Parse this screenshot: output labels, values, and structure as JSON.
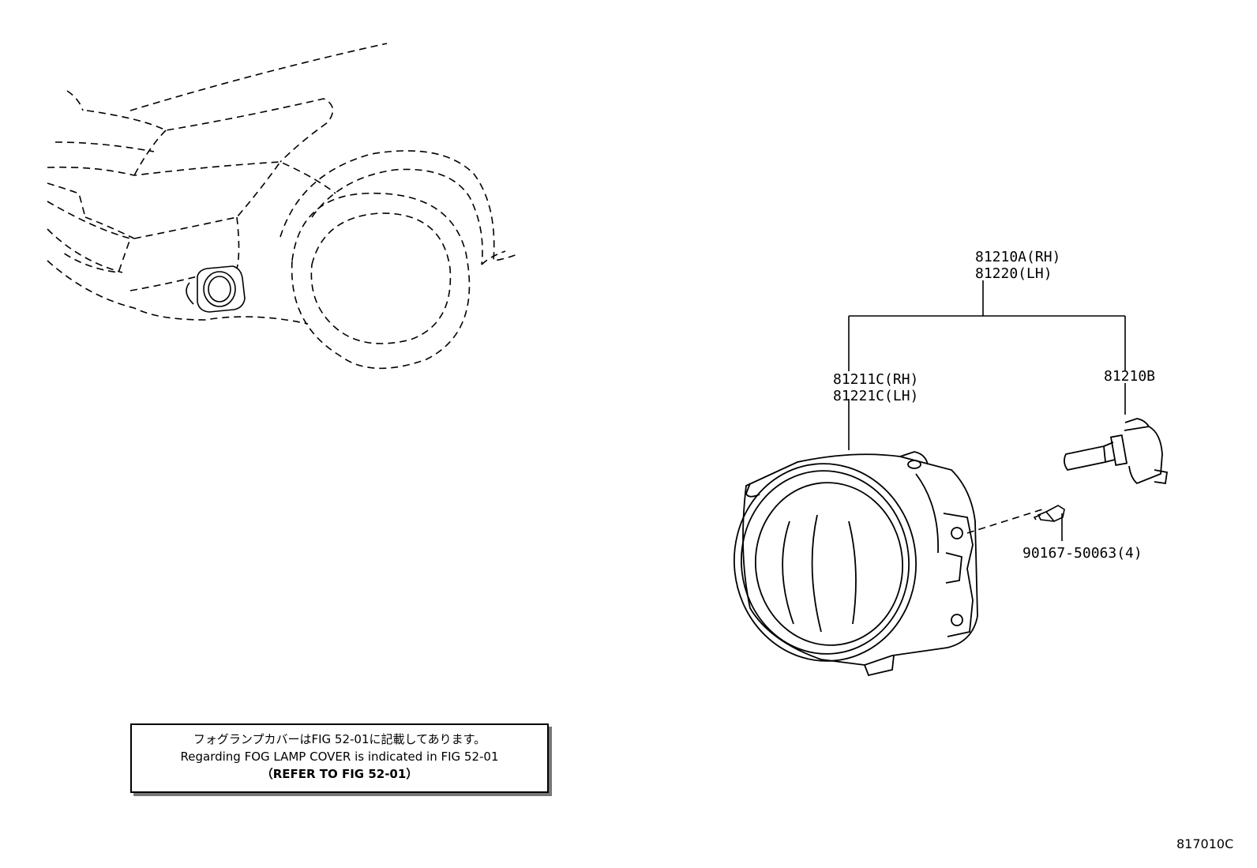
{
  "labels": {
    "assembly_rh": "81210A(RH)",
    "assembly_lh": "81220(LH)",
    "unit_rh": "81211C(RH)",
    "unit_lh": "81221C(LH)",
    "bulb": "81210B",
    "screw": "90167-50063(4)"
  },
  "note": {
    "line1": "フォグランプカバーはFIG 52-01に記載してあります。",
    "line2": "Regarding FOG LAMP COVER is indicated in FIG 52-01",
    "line3": "（REFER TO FIG 52-01）"
  },
  "figure_id": "817010C"
}
